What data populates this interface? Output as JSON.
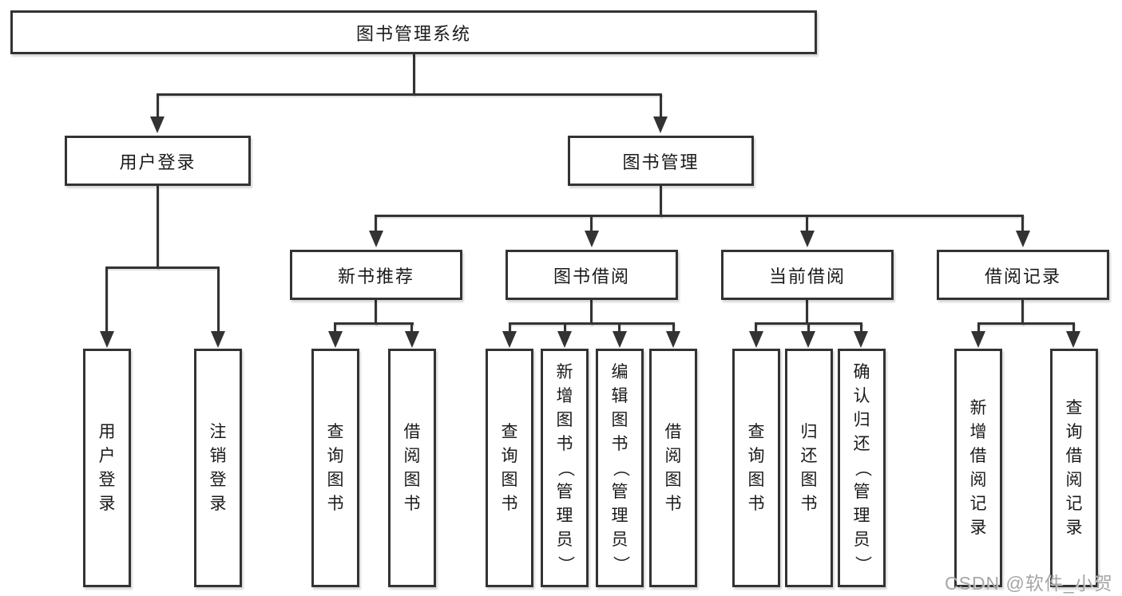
{
  "colors": {
    "line": "#333333",
    "text": "#1a1a1a",
    "watermark": "#a6a6a6",
    "background": "#ffffff"
  },
  "nodes": {
    "root": "图书管理系统",
    "user_login": "用户登录",
    "book_mgmt": "图书管理",
    "new_book_rec": "新书推荐",
    "book_borrow": "图书借阅",
    "current_borrow": "当前借阅",
    "borrow_records": "借阅记录",
    "leaf_user_login": "用户登录",
    "leaf_logout": "注销登录",
    "leaf_nb_query": "查询图书",
    "leaf_nb_borrow": "借阅图书",
    "leaf_bb_query": "查询图书",
    "leaf_bb_add": "新增图书（管理员）",
    "leaf_bb_edit": "编辑图书（管理员）",
    "leaf_bb_borrow": "借阅图书",
    "leaf_cb_query": "查询图书",
    "leaf_cb_return": "归还图书",
    "leaf_cb_confirm": "确认归还（管理员）",
    "leaf_br_add": "新增借阅记录",
    "leaf_br_query": "查询借阅记录"
  },
  "watermark": "CSDN @软件_小贺同学"
}
